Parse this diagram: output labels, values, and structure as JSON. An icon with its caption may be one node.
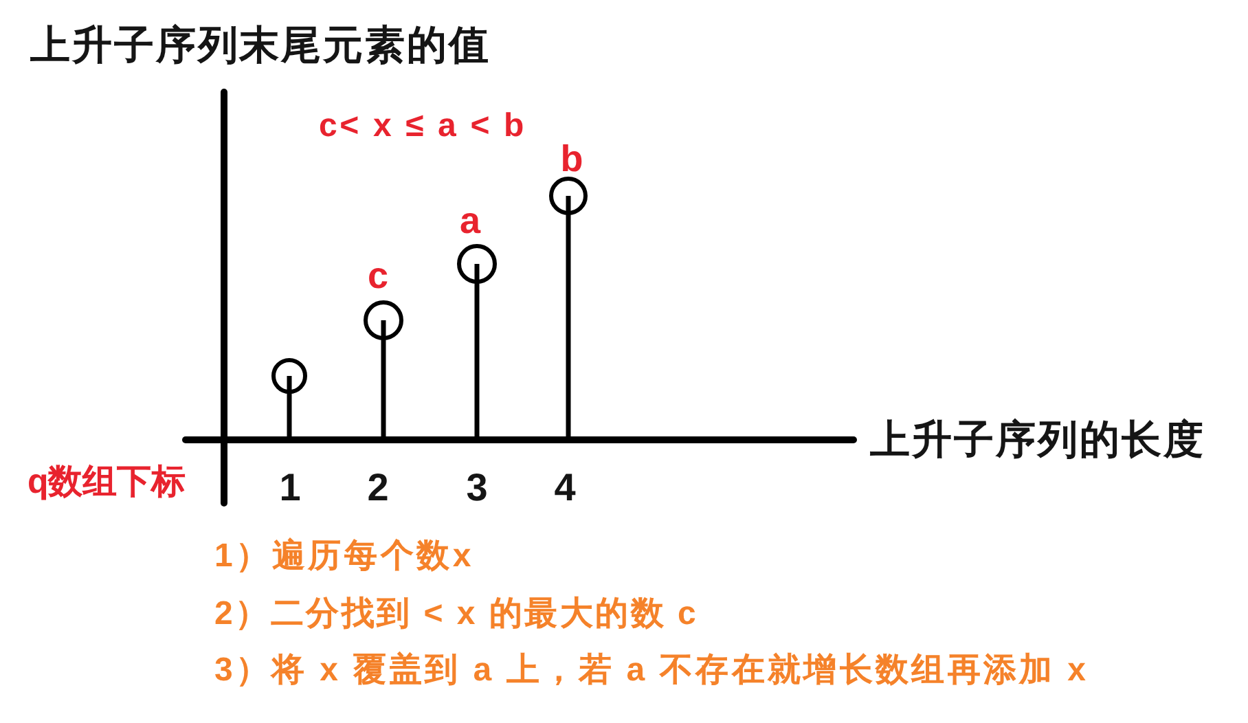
{
  "diagram": {
    "nodes": [
      {
        "text": [],
        "shape": "circle"
      },
      {
        "text": [
          "c"
        ]
      },
      {
        "text": [
          "a"
        ]
      },
      {
        "text": [
          "b"
        ]
      }
    ],
    "labels": [
      "上升子序列末尾元素的值",
      "c< x ≤ a < b",
      "上升子序列的长度",
      "q数组下标",
      "1",
      "2",
      "3",
      "4",
      "1）遍历每个数x",
      "2）二分找到 < x 的最大的数 c",
      "3）将 x 覆盖到 a 上，若 a 不存在就增长数组再添加 x"
    ]
  }
}
